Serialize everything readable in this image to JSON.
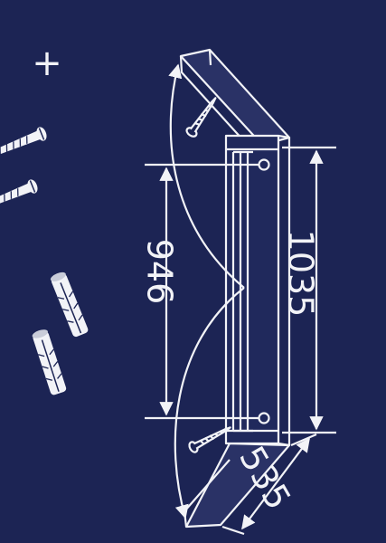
{
  "diagram": {
    "colors": {
      "background": "#1c2454",
      "line": "#f2f3f7",
      "shade": "#2a3266"
    },
    "dimensions": {
      "inner_distance": "946",
      "total_height": "1035",
      "depth": "535"
    },
    "parts_list": {
      "plus_symbol": "+",
      "icons": [
        "screw-icon",
        "screw-icon",
        "wall-plug-icon",
        "wall-plug-icon"
      ]
    }
  }
}
